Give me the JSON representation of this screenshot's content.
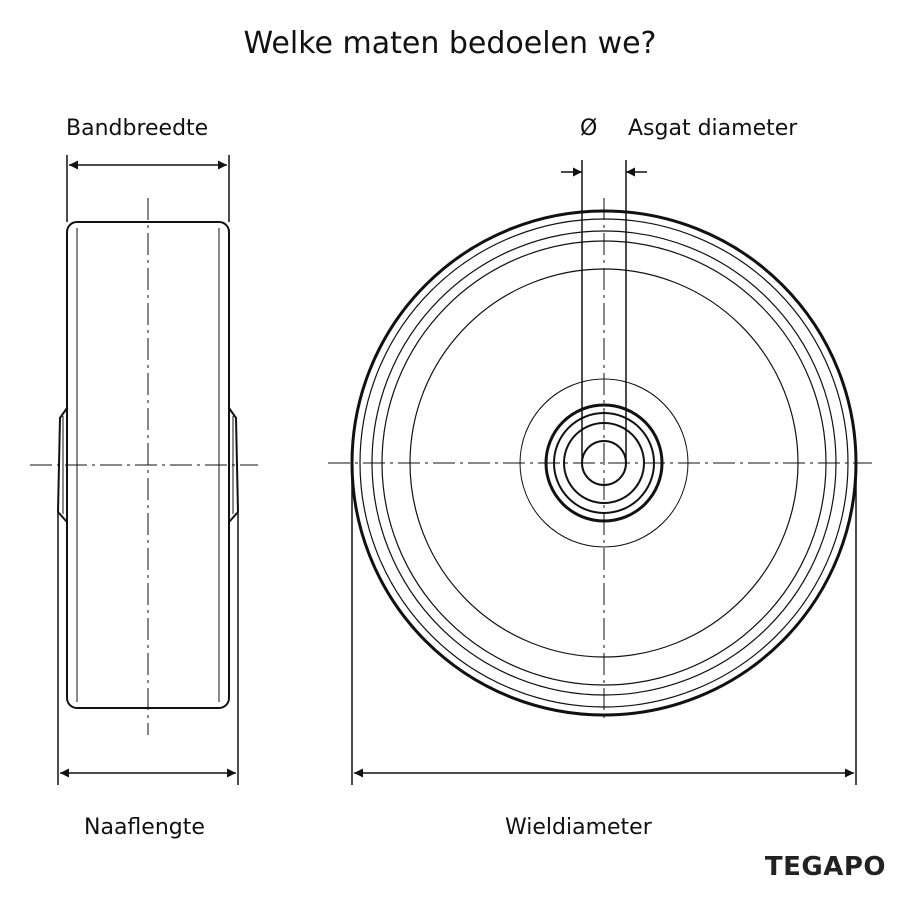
{
  "title": "Welke maten bedoelen we?",
  "labels": {
    "band_width": "Bandbreedte",
    "bore_symbol": "Ø",
    "bore_diameter": "Asgat diameter",
    "hub_length": "Naaflengte",
    "wheel_diameter": "Wieldiameter"
  },
  "brand": "TEGAPO"
}
